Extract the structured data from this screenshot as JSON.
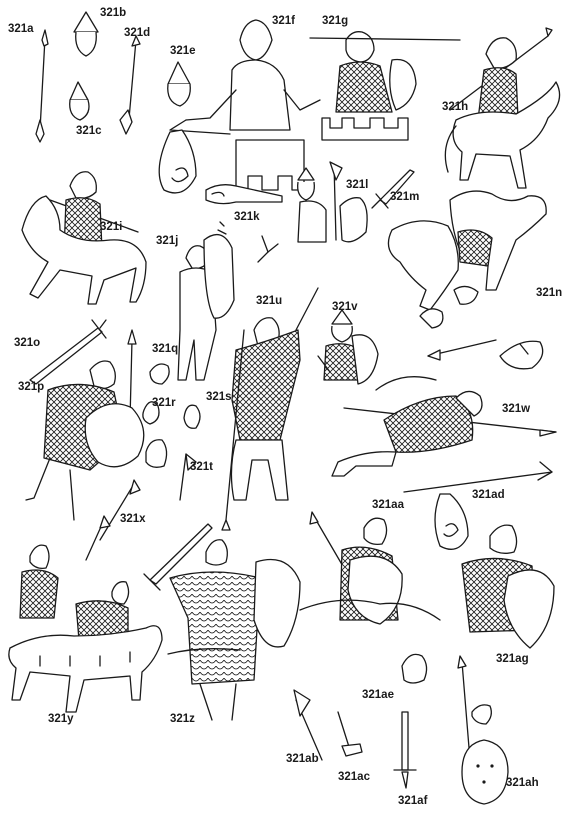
{
  "plate": {
    "background": "#ffffff",
    "ink": "#1a1a1a",
    "labels": {
      "a": "321a",
      "b": "321b",
      "c": "321c",
      "d": "321d",
      "e": "321e",
      "f": "321f",
      "g": "321g",
      "h": "321h",
      "i": "321i",
      "j": "321j",
      "k": "321k",
      "l": "321l",
      "m": "321m",
      "n": "321n",
      "o": "321o",
      "p": "321p",
      "q": "321q",
      "r": "321r",
      "s": "321s",
      "t": "321t",
      "u": "321u",
      "v": "321v",
      "w": "321w",
      "x": "321x",
      "y": "321y",
      "z": "321z",
      "aa": "321aa",
      "ab": "321ab",
      "ac": "321ac",
      "ad": "321ad",
      "ae": "321ae",
      "af": "321af",
      "ag": "321ag",
      "ah": "321ah"
    }
  }
}
